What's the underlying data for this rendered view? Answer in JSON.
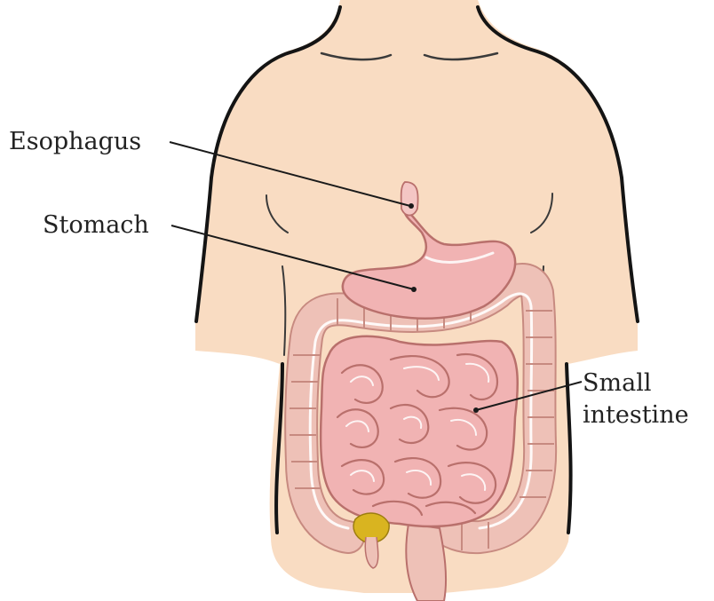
{
  "diagram": {
    "labels": {
      "esophagus": "Esophagus",
      "stomach": "Stomach",
      "small_intestine_line1": "Small",
      "small_intestine_line2": "intestine"
    },
    "colors": {
      "skin": "#f9dcc2",
      "skin_outline": "#141414",
      "organ_fill": "#f1b3b3",
      "organ_stroke": "#b9706c",
      "colon_fill": "#eec1b7",
      "appendix_yellow": "#d9b420"
    }
  }
}
